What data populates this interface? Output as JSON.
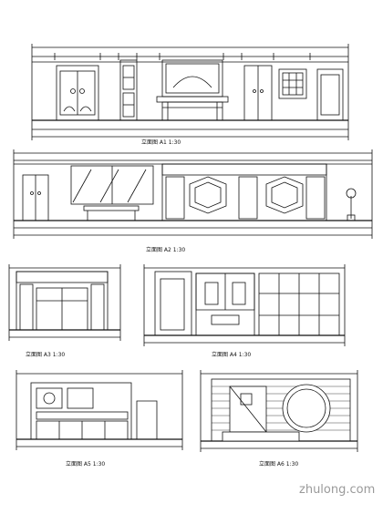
{
  "drawing": {
    "title_1": "立面图 A1 1:30",
    "title_2": "立面图 A2 1:30",
    "title_3": "立面图 A3 1:30",
    "title_4": "立面图 A4 1:30",
    "title_5": "立面图 A5 1:30",
    "title_6": "立面图 A6 1:30"
  },
  "watermark": {
    "site": "zhulong.com"
  },
  "colors": {
    "ink": "#111111",
    "paper": "#ffffff",
    "watermark": "#9a9a9a"
  }
}
